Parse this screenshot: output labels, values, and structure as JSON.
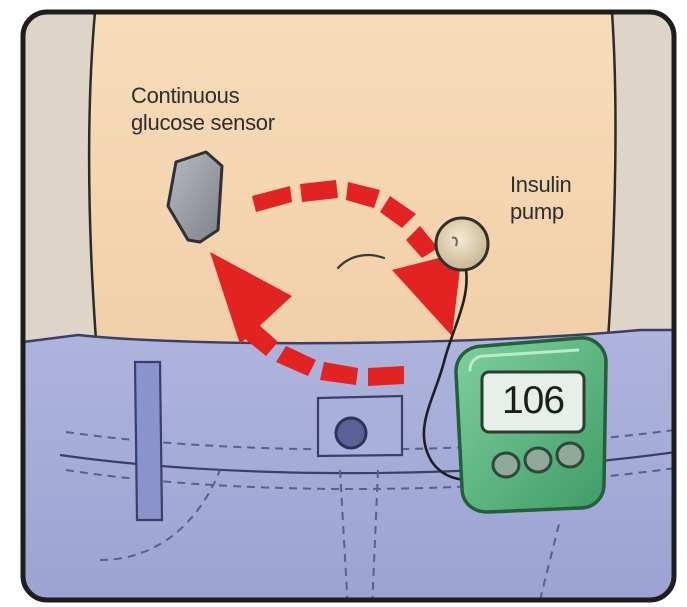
{
  "labels": {
    "sensor": "Continuous\nglucose sensor",
    "pump": "Insulin\npump"
  },
  "monitor": {
    "reading": "106"
  },
  "colors": {
    "skin": "#f4d7b3",
    "background": "#dfd4c8",
    "jeans": "#a7aed8",
    "arrow": "#e32222",
    "monitor": "#53b27a",
    "sensor": "#8e9298",
    "pump_site": "#d9c9a8"
  },
  "icons": {
    "sensor": "glucose-sensor-patch-icon",
    "pump_site": "infusion-site-icon",
    "device": "insulin-pump-device-icon",
    "arrows": "bidirectional-dashed-arrow-icon"
  }
}
